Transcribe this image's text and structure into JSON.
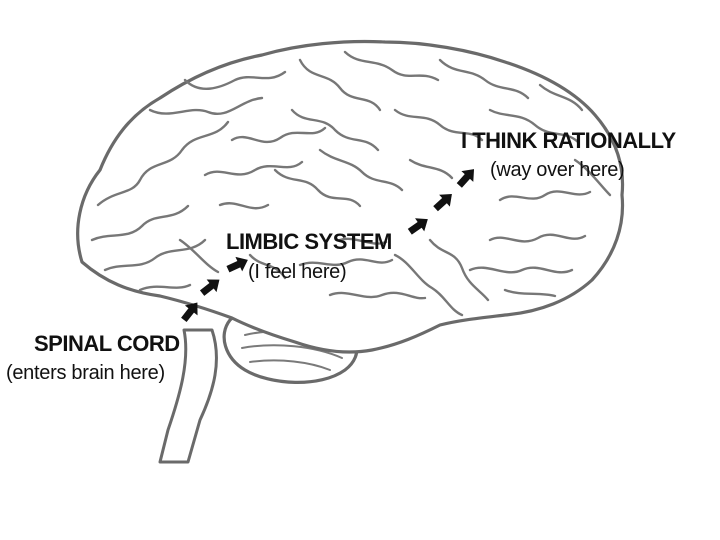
{
  "labels": {
    "spinal_cord": {
      "title": "SPINAL CORD",
      "subtitle": "(enters brain here)"
    },
    "limbic_system": {
      "title": "LIMBIC SYSTEM",
      "subtitle": "(I feel here)"
    },
    "rational": {
      "title": "I THINK RATIONALLY",
      "subtitle": "(way over here)"
    }
  },
  "colors": {
    "outline": "#6a6a6a",
    "text": "#111111",
    "arrows": "#111111",
    "background": "#ffffff"
  },
  "icons": {
    "arrow": "arrow-icon"
  }
}
